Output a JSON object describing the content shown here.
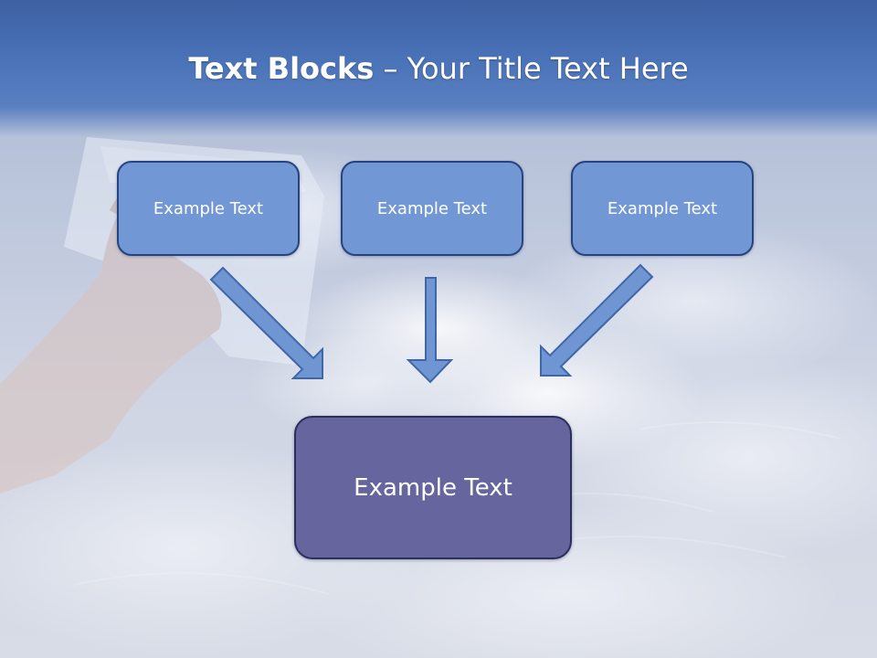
{
  "title": {
    "bold_part": "Text Blocks",
    "separator": " – ",
    "regular_part": "Your Title Text Here"
  },
  "blocks": {
    "top_left": "Example Text",
    "top_center": "Example Text",
    "top_right": "Example Text",
    "bottom": "Example Text"
  },
  "colors": {
    "header": "#4b73b8",
    "small_box_fill": "#7197d4",
    "large_box_fill": "#66659d",
    "arrow_fill": "#6f95d2",
    "box_border": "#25447f"
  }
}
